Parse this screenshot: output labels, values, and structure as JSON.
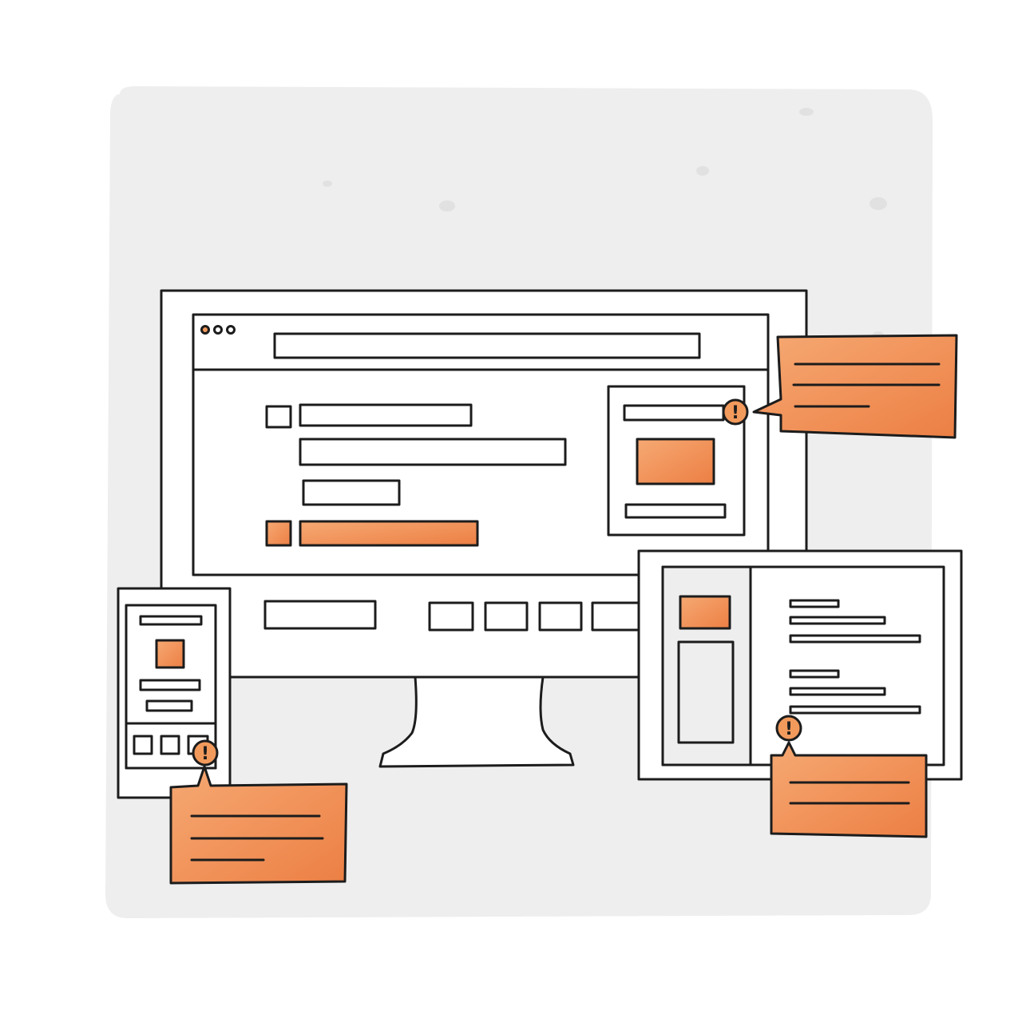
{
  "illustration": {
    "style": "hand-drawn sketch with watercolor accents",
    "devices": [
      "desktop-monitor",
      "phone",
      "tablet"
    ],
    "alert_glyph": "!",
    "alert_count": 3,
    "colors": {
      "background": "#ffffff",
      "backdrop": "#eeeeee",
      "ink": "#1c1c1c",
      "paper": "#ffffff",
      "accent": "#f29a5c",
      "accent_dark": "#ec7f44"
    }
  }
}
